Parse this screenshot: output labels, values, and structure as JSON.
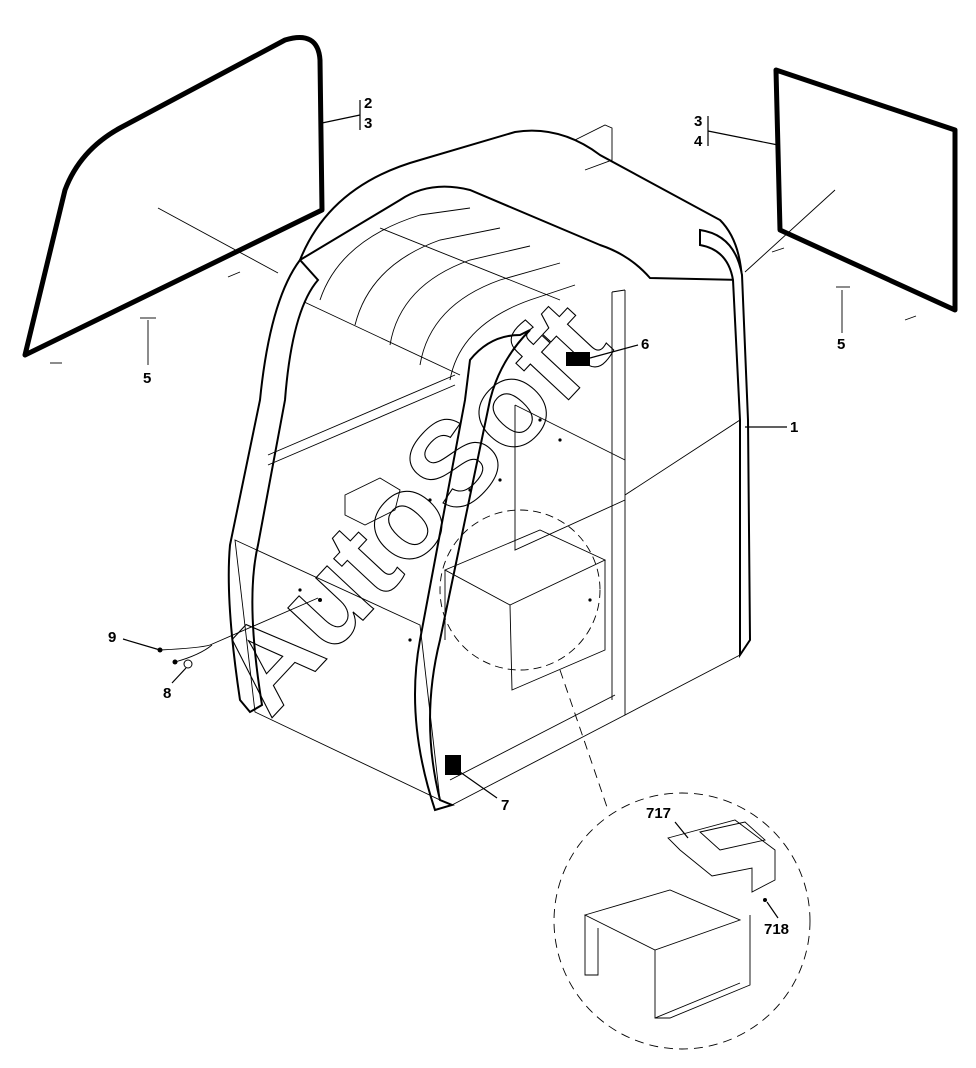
{
  "watermark": "AutoSoft",
  "callouts": {
    "c1": "1",
    "c2": "2",
    "c3_left": "3",
    "c3_right": "3",
    "c4": "4",
    "c5_left": "5",
    "c5_right": "5",
    "c6": "6",
    "c7": "7",
    "c8": "8",
    "c9": "9",
    "c717": "717",
    "c718": "718"
  }
}
